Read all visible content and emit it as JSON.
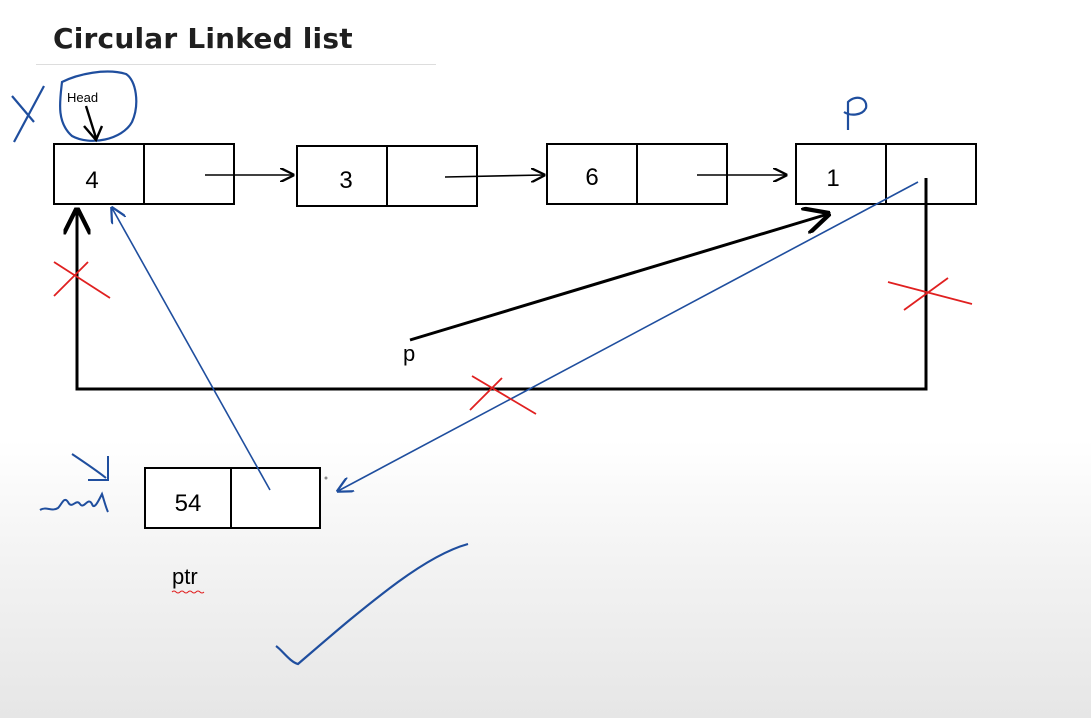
{
  "title": "Circular Linked list",
  "labels": {
    "head_label": "Head",
    "p_label": "p",
    "ptr_label": "ptr"
  },
  "nodes": [
    {
      "value": "4"
    },
    {
      "value": "3"
    },
    {
      "value": "6"
    },
    {
      "value": "1"
    }
  ],
  "new_node": {
    "value": "54"
  },
  "colors": {
    "ink": "#000000",
    "blue": "#1f4e9e",
    "red": "#e02020"
  }
}
